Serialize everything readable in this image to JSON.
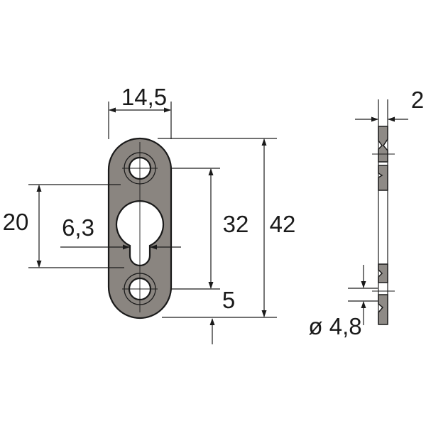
{
  "drawing": {
    "colors": {
      "plate": "#8a8580",
      "plate_section": "#8e8a86",
      "ink": "#1a1a1a",
      "background": "#ffffff"
    },
    "dimensions": {
      "width": "14,5",
      "height_total": "42",
      "hole_spacing": "32",
      "slot_length": "20",
      "slot_width": "6,3",
      "edge_offset": "5",
      "thickness": "2",
      "hole_diameter": "ø 4,8"
    }
  }
}
